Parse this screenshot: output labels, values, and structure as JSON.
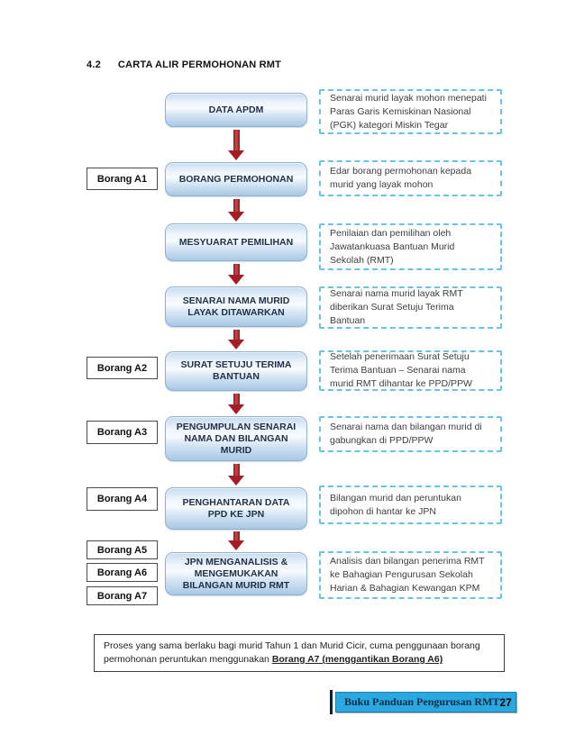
{
  "header": {
    "section_number": "4.2",
    "title": "CARTA ALIR PERMOHONAN RMT"
  },
  "flowchart": {
    "steps": [
      {
        "label": "DATA APDM",
        "description": "Senarai murid layak mohon menepati Paras Garis Kemiskinan Nasional (PGK) kategori Miskin Tegar"
      },
      {
        "label": "BORANG PERMOHONAN",
        "description": "Edar borang permohonan kepada murid yang layak mohon"
      },
      {
        "label": "MESYUARAT PEMILIHAN",
        "description": "Penilaian dan pemilihan oleh Jawatankuasa Bantuan Murid Sekolah (RMT)"
      },
      {
        "label": "SENARAI NAMA MURID LAYAK DITAWARKAN",
        "description": "Senarai nama murid layak RMT diberikan Surat Setuju Terima Bantuan"
      },
      {
        "label": "SURAT SETUJU TERIMA BANTUAN",
        "description": "Setelah penerimaan Surat Setuju Terima Bantuan – Senarai nama murid RMT dihantar ke PPD/PPW"
      },
      {
        "label": "PENGUMPULAN SENARAI NAMA DAN BILANGAN MURID",
        "description": "Senarai nama dan bilangan murid di gabungkan di PPD/PPW"
      },
      {
        "label": "PENGHANTARAN DATA PPD KE JPN",
        "description": "Bilangan murid dan peruntukan dipohon di hantar ke JPN"
      },
      {
        "label": "JPN MENGANALISIS & MENGEMUKAKAN BILANGAN MURID RMT",
        "description": "Analisis dan bilangan penerima RMT ke Bahagian Pengurusan Sekolah Harian & Bahagian Kewangan KPM"
      }
    ],
    "form_labels": [
      "Borang A1",
      "Borang A2",
      "Borang A3",
      "Borang A4",
      "Borang A5",
      "Borang A6",
      "Borang A7"
    ]
  },
  "note": {
    "text_before": "Proses yang sama berlaku bagi murid Tahun 1 dan Murid Cicir, cuma penggunaan borang permohonan peruntukan menggunakan ",
    "text_emphasis": "Borang A7 (menggantikan Borang A6)"
  },
  "footer": {
    "book_title": "Buku Panduan Pengurusan RMT",
    "page_number": "27"
  },
  "colors": {
    "accent_cyan": "#29a9e0",
    "arrow_red": "#a51d22",
    "dashed_border": "#66c4e9",
    "box_border": "#8fb2d1",
    "box_text": "#1f3045"
  }
}
